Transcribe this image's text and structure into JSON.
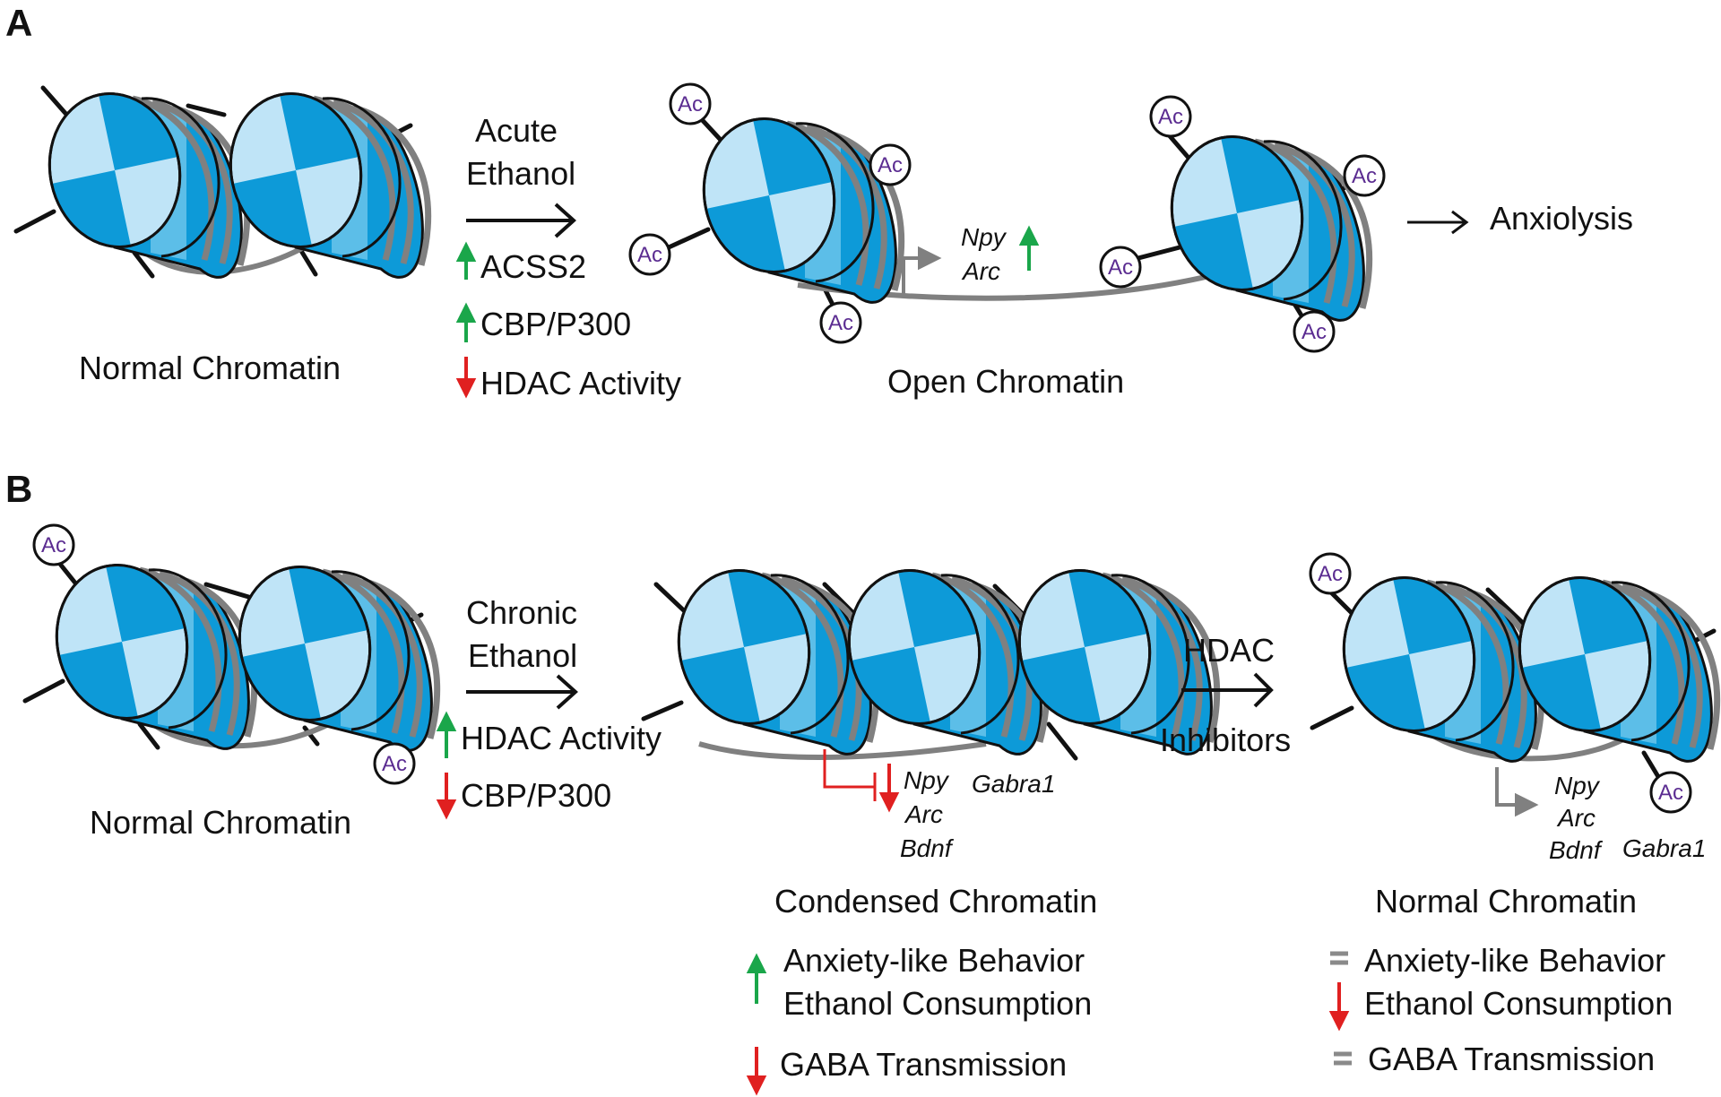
{
  "panel_a": {
    "letter": "A",
    "left_caption": "Normal Chromatin",
    "transition": {
      "line1": "Acute",
      "line2": "Ethanol"
    },
    "effects": [
      {
        "text": "ACSS2",
        "direction": "up",
        "color": "#1aa64a"
      },
      {
        "text": "CBP/P300",
        "direction": "up",
        "color": "#1aa64a"
      },
      {
        "text": "HDAC Activity",
        "direction": "down",
        "color": "#e02020"
      }
    ],
    "middle_caption": "Open Chromatin",
    "genes": [
      "Npy",
      "Arc"
    ],
    "outcome": "Anxiolysis"
  },
  "panel_b": {
    "letter": "B",
    "left_caption": "Normal Chromatin",
    "transition": {
      "line1": "Chronic",
      "line2": "Ethanol"
    },
    "effects": [
      {
        "text": "HDAC Activity",
        "direction": "up",
        "color": "#1aa64a"
      },
      {
        "text": "CBP/P300",
        "direction": "down",
        "color": "#e02020"
      }
    ],
    "middle_caption": "Condensed Chromatin",
    "repressed_genes": [
      "Npy",
      "Arc",
      "Bdnf"
    ],
    "gabra": "Gabra1",
    "middle_outcomes": [
      {
        "lines": [
          "Anxiety-like Behavior",
          "Ethanol Consumption"
        ],
        "direction": "up"
      },
      {
        "lines": [
          "GABA Transmission"
        ],
        "direction": "down"
      }
    ],
    "treatment": {
      "line1": "HDAC",
      "line2": "Inhibitors"
    },
    "right_caption": "Normal Chromatin",
    "restored_genes": [
      "Npy",
      "Arc",
      "Bdnf"
    ],
    "restored_gabra": "Gabra1",
    "right_outcomes": [
      {
        "text": "Anxiety-like Behavior",
        "direction": "equal"
      },
      {
        "text": "Ethanol Consumption",
        "direction": "down"
      },
      {
        "text": "GABA Transmission",
        "direction": "equal"
      }
    ]
  },
  "acetyl_label": "Ac",
  "colors": {
    "dark_blue": "#0d9ad8",
    "light_blue": "#bfe4f7",
    "mid_blue": "#7fcdef",
    "dna": "#808080",
    "up": "#1aa64a",
    "down": "#e02020",
    "equal": "#8a8a8a"
  }
}
